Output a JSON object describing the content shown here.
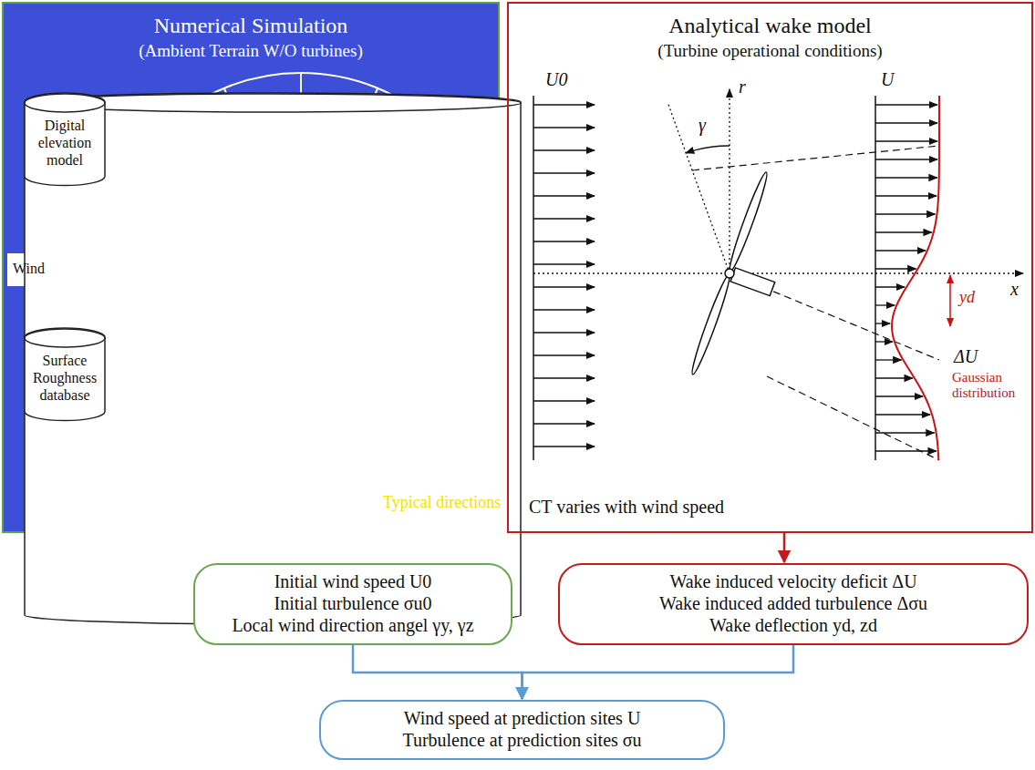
{
  "diagram": {
    "nodes": [
      {
        "text": [
          "Numerical Simulation",
          "(Ambient Terrain W/O turbines)"
        ]
      },
      {
        "text": [
          "Digital elevation model"
        ],
        "in": 0
      },
      {
        "text": [
          "Surface Roughness database"
        ],
        "in": 0
      },
      {
        "text": [
          "Analytical wake model",
          "(Turbine operational conditions)"
        ]
      },
      {
        "text": [
          "Initial wind speed U0",
          "Initial turbulence σu0",
          "Local wind direction angel γy, γz"
        ]
      },
      {
        "text": [
          "Wake induced velocity deficit ΔU",
          "Wake induced added turbulence Δσu",
          "Wake deflection yd, zd"
        ]
      },
      {
        "text": [
          "Wind speed at prediction sites U",
          "Turbulence at prediction sites σu"
        ]
      }
    ],
    "edges": [
      {
        "from": 0,
        "to": 4,
        "arrow": "to"
      },
      {
        "from": 3,
        "to": 5,
        "arrow": "to"
      },
      {
        "from": 4,
        "to": 6,
        "arrow": "to"
      },
      {
        "from": 5,
        "to": 6,
        "arrow": "to"
      }
    ],
    "labels": [
      "Wind",
      "Typical directions",
      "U0",
      "r",
      "γ",
      "x",
      "U",
      "yd",
      "ΔU",
      "Gaussian distribution",
      "CT varies with wind speed"
    ]
  }
}
